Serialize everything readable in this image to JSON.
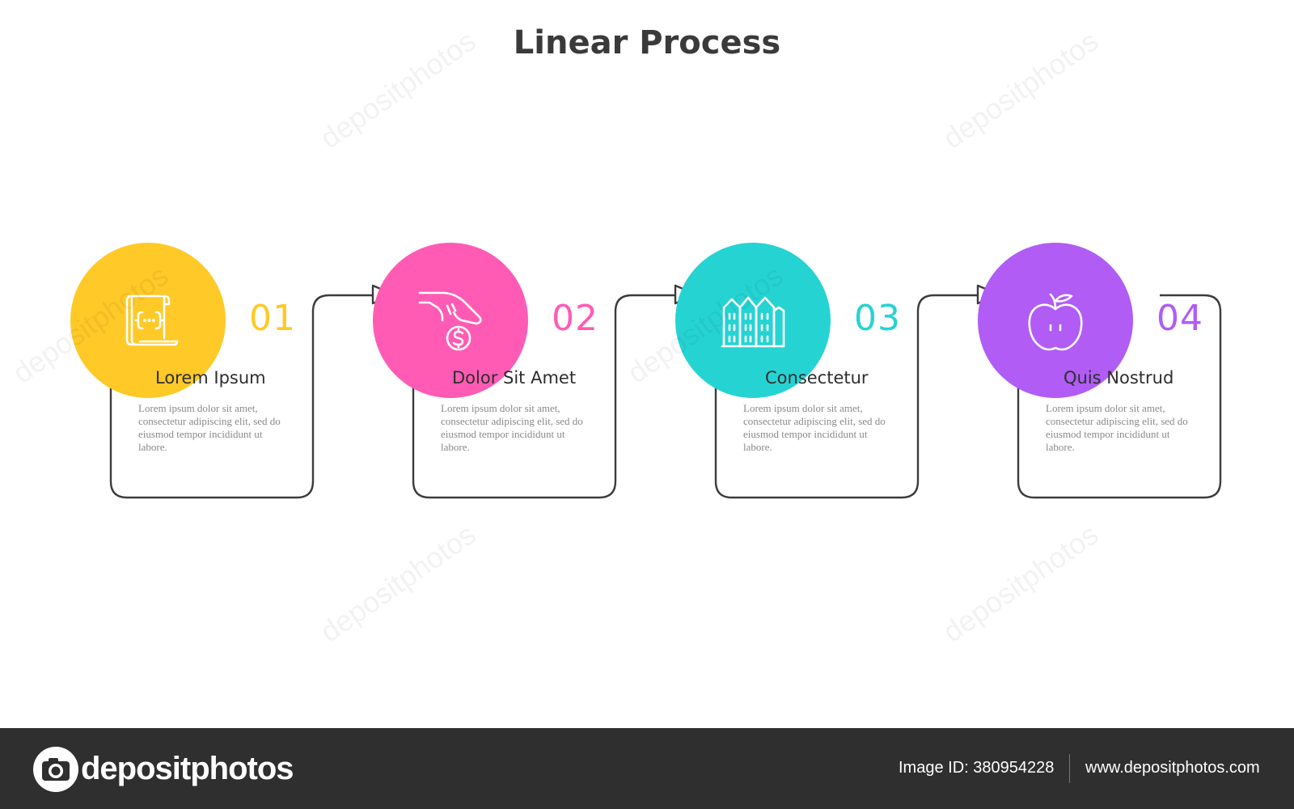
{
  "title": "Linear Process",
  "steps": [
    {
      "number": "01",
      "heading": "Lorem Ipsum",
      "description": "Lorem ipsum dolor sit amet, consectetur adipiscing elit, sed do eiusmod tempor incididunt ut labore.",
      "color": "#ffc928",
      "icon": "scroll-code-icon"
    },
    {
      "number": "02",
      "heading": "Dolor Sit Amet",
      "description": "Lorem ipsum dolor sit amet, consectetur adipiscing elit, sed do eiusmod tempor incididunt ut labore.",
      "color": "#ff5bb5",
      "icon": "hand-coin-icon"
    },
    {
      "number": "03",
      "heading": "Consectetur",
      "description": "Lorem ipsum dolor sit amet, consectetur adipiscing elit, sed do eiusmod tempor incididunt ut labore.",
      "color": "#26d3d3",
      "icon": "buildings-icon"
    },
    {
      "number": "04",
      "heading": "Quis Nostrud",
      "description": "Lorem ipsum dolor sit amet, consectetur adipiscing elit, sed do eiusmod tempor incididunt ut labore.",
      "color": "#b05cf5",
      "icon": "apple-icon"
    }
  ],
  "colors": {
    "line": "#3c3c3c",
    "title": "#3a3a3a",
    "footer": "#2f2f2f"
  },
  "watermark": "depositphotos",
  "footer": {
    "brand": "depositphotos",
    "image_id": "Image ID: 380954228",
    "website": "www.depositphotos.com"
  }
}
